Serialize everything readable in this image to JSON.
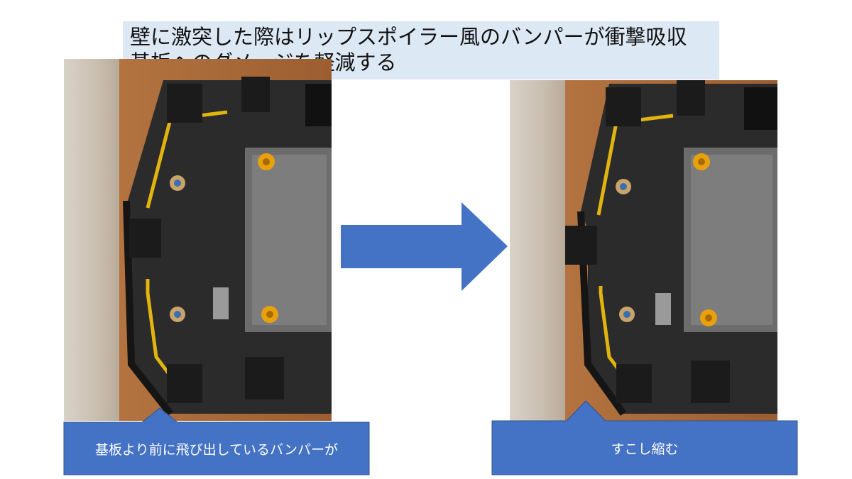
{
  "title": {
    "line1": "壁に激突した際はリップスポイラー風のバンパーが衝撃吸収",
    "line2": "基板へのダメージを軽減する"
  },
  "callouts": {
    "left": "基板より前に飛び出しているバンパーが",
    "right": "すこし縮む"
  },
  "colors": {
    "accent_blue": "#4472c4",
    "title_bg": "#dde8f5",
    "wood": "#a8693a",
    "pcb": "#2a2a2a",
    "yellow_trace": "#e2b40f"
  }
}
